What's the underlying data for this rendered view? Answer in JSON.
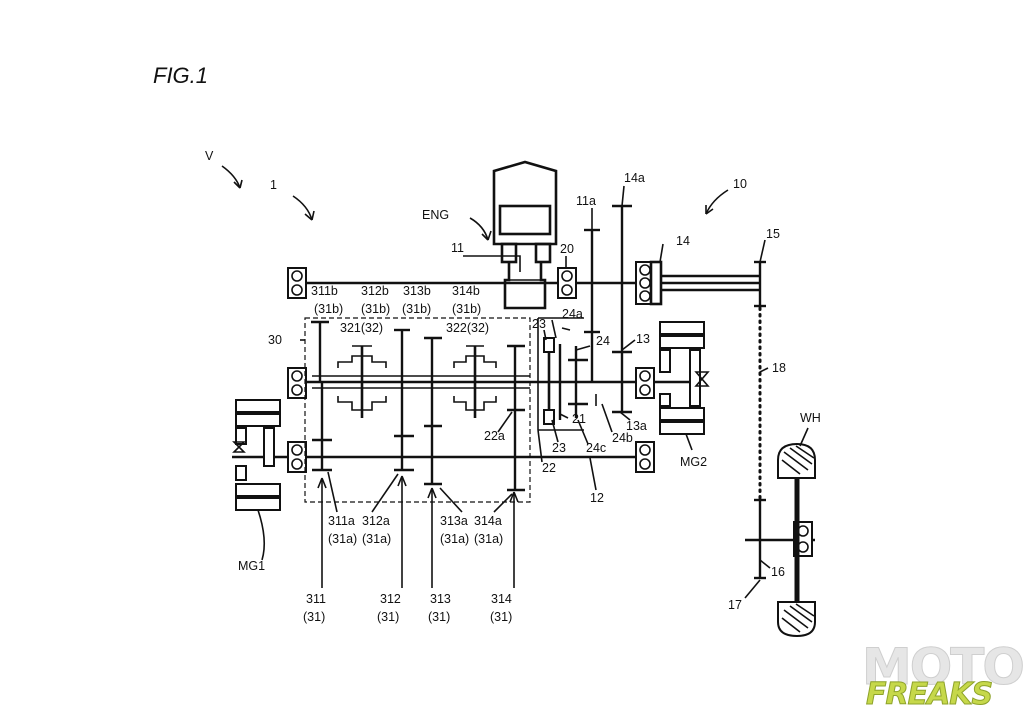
{
  "figure_title": "FIG.1",
  "labels": {
    "v": "V",
    "one": "1",
    "ten": "10",
    "eng": "ENG",
    "l11": "11",
    "l11a": "11a",
    "l14a": "14a",
    "l14": "14",
    "l15": "15",
    "l20": "20",
    "l30": "30",
    "l311b": "311b",
    "l312b": "312b",
    "l313b": "313b",
    "l314b": "314b",
    "l31b_1": "(31b)",
    "l31b_2": "(31b)",
    "l31b_3": "(31b)",
    "l31b_4": "(31b)",
    "l321": "321(32)",
    "l322": "322(32)",
    "l23a": "23",
    "l24a": "24a",
    "l24": "24",
    "l13": "13",
    "l18": "18",
    "l21": "21",
    "l22a": "22a",
    "l22": "22",
    "l23b": "23",
    "l24c": "24c",
    "l24b": "24b",
    "l13a": "13a",
    "l12": "12",
    "mg1": "MG1",
    "mg2": "MG2",
    "wh": "WH",
    "l16": "16",
    "l17": "17",
    "l311a": "311a",
    "l312a": "312a",
    "l313a": "313a",
    "l314a": "314a",
    "l31a_1": "(31a)",
    "l31a_2": "(31a)",
    "l31a_3": "(31a)",
    "l31a_4": "(31a)",
    "l311": "311",
    "l312": "312",
    "l313": "313",
    "l314": "314",
    "l31_1": "(31)",
    "l31_2": "(31)",
    "l31_3": "(31)",
    "l31_4": "(31)"
  },
  "watermark": {
    "line1": "MOTOR",
    "line2": "FREAKS"
  }
}
